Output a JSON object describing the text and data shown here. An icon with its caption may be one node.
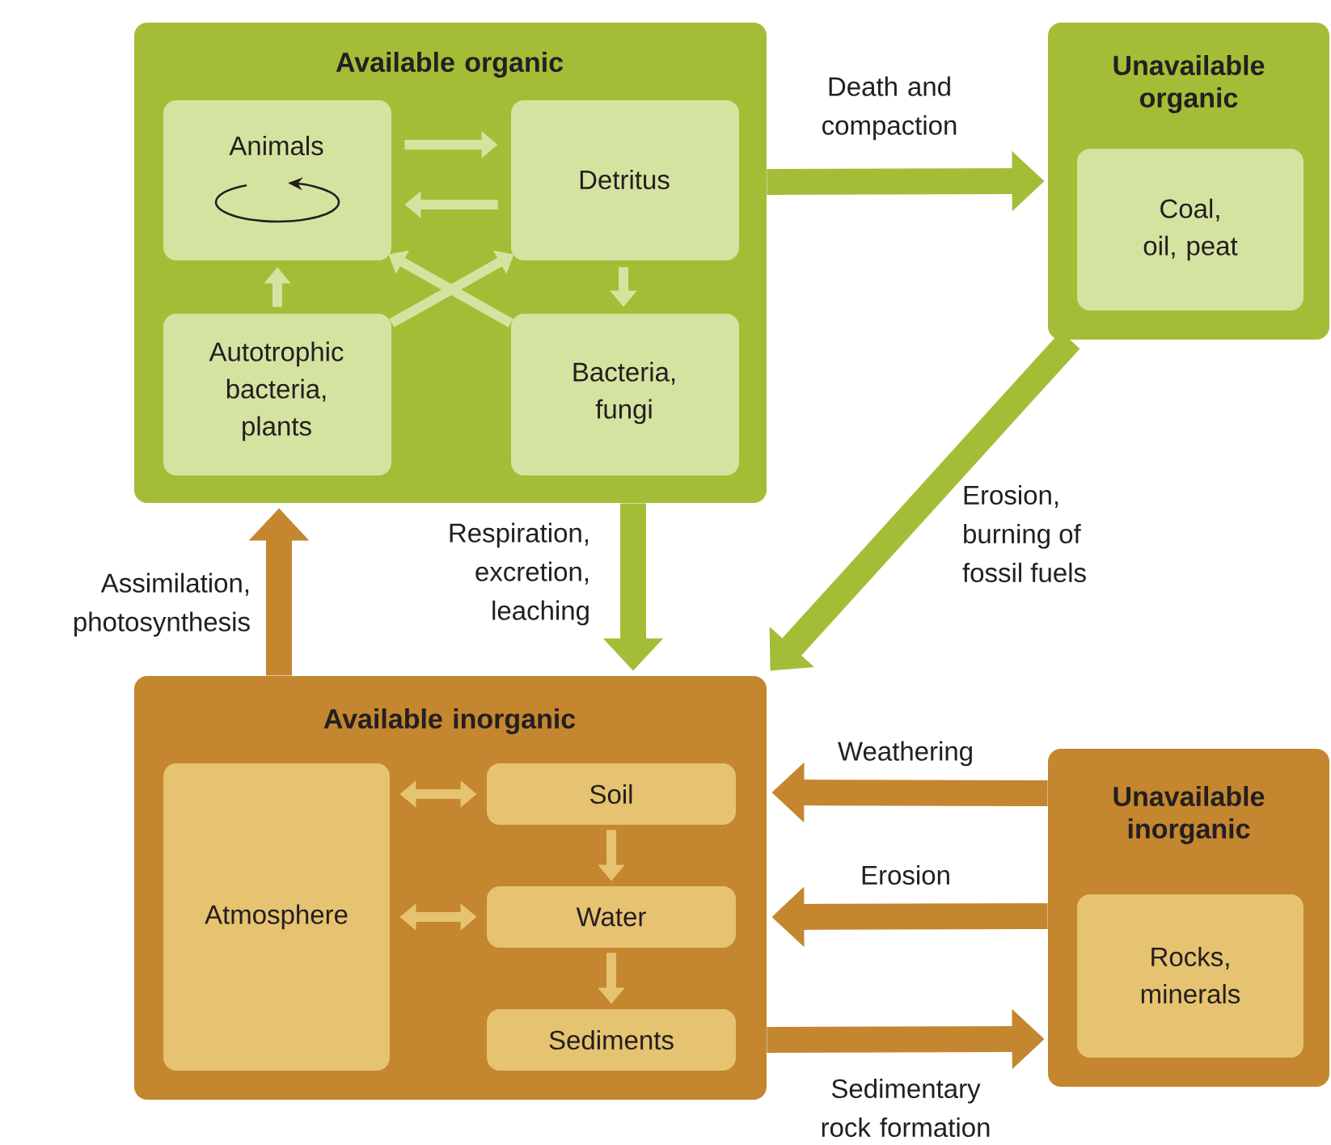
{
  "diagram": {
    "nodes": [
      {
        "text": [
          "Available organic"
        ]
      },
      {
        "text": [
          "Animals"
        ],
        "in": 0
      },
      {
        "text": [
          "Detritus"
        ],
        "in": 0
      },
      {
        "text": [
          "Autotrophic bacteria, plants"
        ],
        "in": 0
      },
      {
        "text": [
          "Bacteria, fungi"
        ],
        "in": 0
      },
      {
        "text": [
          "Unavailable organic"
        ]
      },
      {
        "text": [
          "Coal, oil, peat"
        ],
        "in": 5
      },
      {
        "text": [
          "Available inorganic"
        ]
      },
      {
        "text": [
          "Atmosphere"
        ],
        "in": 7
      },
      {
        "text": [
          "Soil"
        ],
        "in": 7
      },
      {
        "text": [
          "Water"
        ],
        "in": 7
      },
      {
        "text": [
          "Sediments"
        ],
        "in": 7
      },
      {
        "text": [
          "Unavailable inorganic"
        ]
      },
      {
        "text": [
          "Rocks, minerals"
        ],
        "in": 12
      }
    ],
    "edges": [
      {
        "from": 1,
        "to": 2,
        "arrow": "to",
        "color": "#d4e4a0"
      },
      {
        "from": 2,
        "to": 1,
        "arrow": "to",
        "color": "#d4e4a0"
      },
      {
        "from": 3,
        "to": 1,
        "arrow": "to",
        "color": "#d4e4a0"
      },
      {
        "from": 2,
        "to": 4,
        "arrow": "to",
        "color": "#d4e4a0"
      },
      {
        "from": 3,
        "to": 2,
        "arrow": "to",
        "color": "#d4e4a0"
      },
      {
        "from": 4,
        "to": 1,
        "arrow": "to",
        "color": "#d4e4a0"
      },
      {
        "from": 0,
        "to": 5,
        "arrow": "to",
        "label": "Death and compaction",
        "style": "thick",
        "color": "#a4bd37"
      },
      {
        "from": 0,
        "to": 7,
        "arrow": "to",
        "label": "Respiration, excretion, leaching",
        "style": "thick",
        "color": "#a4bd37"
      },
      {
        "from": 5,
        "to": 7,
        "arrow": "to",
        "label": "Erosion, burning of fossil fuels",
        "style": "thick",
        "color": "#a4bd37"
      },
      {
        "from": 7,
        "to": 0,
        "arrow": "to",
        "label": "Assimilation, photosynthesis",
        "style": "thick",
        "color": "#c4862f"
      },
      {
        "from": 12,
        "to": 7,
        "arrow": "to",
        "label": "Weathering",
        "style": "thick",
        "color": "#c4862f"
      },
      {
        "from": 12,
        "to": 7,
        "arrow": "to",
        "label": "Erosion",
        "style": "thick",
        "color": "#c4862f"
      },
      {
        "from": 7,
        "to": 12,
        "arrow": "to",
        "label": "Sedimentary rock formation",
        "style": "thick",
        "color": "#c4862f"
      },
      {
        "from": 8,
        "to": 9,
        "arrow": "both",
        "color": "#e6c370"
      },
      {
        "from": 8,
        "to": 10,
        "arrow": "both",
        "color": "#e6c370"
      },
      {
        "from": 9,
        "to": 10,
        "arrow": "to",
        "color": "#e6c370"
      },
      {
        "from": 10,
        "to": 11,
        "arrow": "to",
        "color": "#e6c370"
      }
    ]
  }
}
